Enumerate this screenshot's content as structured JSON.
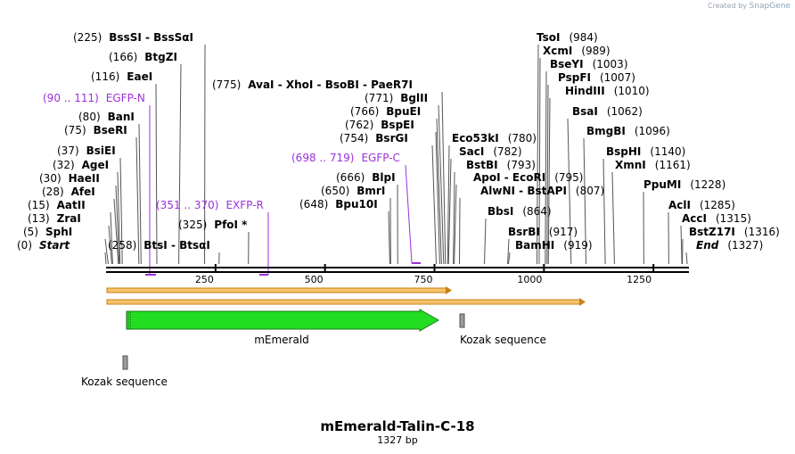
{
  "credit": {
    "prefix": "Created by",
    "brand": "SnapGene"
  },
  "map": {
    "name": "mEmerald-Talin-C-18",
    "length_label": "1327 bp",
    "total_bp": 1327,
    "ticks": [
      "250",
      "500",
      "750",
      "1000",
      "1250"
    ],
    "colors": {
      "feature_green": "#22dd22",
      "feature_border": "#1a7a1a",
      "orf_orange": "#f2a532",
      "primer_purple": "#9b30d9",
      "site_gray": "#555555"
    }
  },
  "sites": [
    {
      "pos": "(0)",
      "name": "Start",
      "italic": true
    },
    {
      "pos": "(5)",
      "name": "SphI"
    },
    {
      "pos": "(13)",
      "name": "ZraI"
    },
    {
      "pos": "(15)",
      "name": "AatII"
    },
    {
      "pos": "(28)",
      "name": "AfeI"
    },
    {
      "pos": "(30)",
      "name": "HaeII"
    },
    {
      "pos": "(32)",
      "name": "AgeI"
    },
    {
      "pos": "(37)",
      "name": "BsiEI"
    },
    {
      "pos": "(75)",
      "name": "BseRI"
    },
    {
      "pos": "(80)",
      "name": "BanI"
    },
    {
      "pos": "(116)",
      "name": "EaeI"
    },
    {
      "pos": "(166)",
      "name": "BtgZI"
    },
    {
      "pos": "(225)",
      "name": "BssSI  -  BssSαI"
    },
    {
      "pos": "(258)",
      "name": "BtsI  -  BtsαI"
    },
    {
      "pos": "(325)",
      "name": "PfoI *"
    },
    {
      "pos": "(648)",
      "name": "Bpu10I"
    },
    {
      "pos": "(650)",
      "name": "BmrI"
    },
    {
      "pos": "(666)",
      "name": "BlpI"
    },
    {
      "pos": "(754)",
      "name": "BsrGI"
    },
    {
      "pos": "(762)",
      "name": "BspEI"
    },
    {
      "pos": "(766)",
      "name": "BpuEI"
    },
    {
      "pos": "(771)",
      "name": "BglII"
    },
    {
      "pos": "(775)",
      "name": "AvaI  -  XhoI  -  BsoBI  -  PaeR7I"
    },
    {
      "pos": "(780)",
      "name": "Eco53kI"
    },
    {
      "pos": "(782)",
      "name": "SacI"
    },
    {
      "pos": "(793)",
      "name": "BstBI"
    },
    {
      "pos": "(795)",
      "name": "ApoI  -  EcoRI"
    },
    {
      "pos": "(807)",
      "name": "AlwNI  -  BstAPI"
    },
    {
      "pos": "(864)",
      "name": "BbsI"
    },
    {
      "pos": "(917)",
      "name": "BsrBI"
    },
    {
      "pos": "(919)",
      "name": "BamHI"
    },
    {
      "pos": "(984)",
      "name": "TsoI"
    },
    {
      "pos": "(989)",
      "name": "XcmI"
    },
    {
      "pos": "(1003)",
      "name": "BseYI"
    },
    {
      "pos": "(1007)",
      "name": "PspFI"
    },
    {
      "pos": "(1010)",
      "name": "HindIII"
    },
    {
      "pos": "(1062)",
      "name": "BsaI"
    },
    {
      "pos": "(1096)",
      "name": "BmgBI"
    },
    {
      "pos": "(1140)",
      "name": "BspHI"
    },
    {
      "pos": "(1161)",
      "name": "XmnI"
    },
    {
      "pos": "(1228)",
      "name": "PpuMI"
    },
    {
      "pos": "(1285)",
      "name": "AclI"
    },
    {
      "pos": "(1315)",
      "name": "AccI"
    },
    {
      "pos": "(1316)",
      "name": "BstZ17I"
    },
    {
      "pos": "(1327)",
      "name": "End",
      "italic": true
    }
  ],
  "primers": [
    {
      "range": "(90 .. 111)",
      "name": "EGFP-N"
    },
    {
      "range": "(351 .. 370)",
      "name": "EXFP-R"
    },
    {
      "range": "(698 .. 719)",
      "name": "EGFP-C"
    }
  ],
  "features": [
    {
      "name": "mEmerald",
      "type": "cds-arrow"
    },
    {
      "name": "Kozak sequence",
      "type": "box"
    },
    {
      "name": "Kozak sequence",
      "type": "box"
    }
  ]
}
